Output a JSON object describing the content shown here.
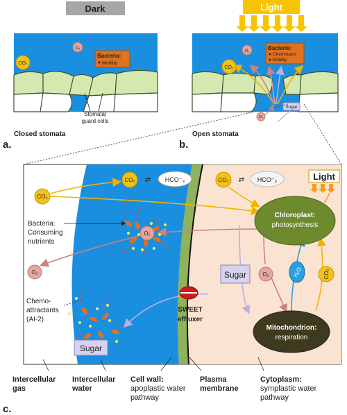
{
  "panel_a": {
    "header": "Dark",
    "co2": "CO₂",
    "o2": "O₂",
    "bacteria_title": "Bacteria:",
    "bacteria_item": "Motility",
    "guard_label_1": "Stomatal",
    "guard_label_2": "guard cells",
    "caption": "Closed stomata",
    "letter": "a."
  },
  "panel_b": {
    "header": "Light",
    "co2": "CO₂",
    "o2": "O₂",
    "bacteria_title": "Bacteria:",
    "bacteria_item_1": "Chemotaxis",
    "bacteria_item_2": "Motility",
    "sugar": "Sugar",
    "o2_low": "O₂",
    "caption": "Open stomata",
    "letter": "b."
  },
  "panel_c": {
    "letter": "c.",
    "co2_left": "CO₂",
    "co2_mid": "CO₂",
    "hco3_mid": "HCO⁻₃",
    "co2_right": "CO₂",
    "hco3_right": "HCO⁻₃",
    "light": "Light",
    "chloroplast_1": "Chloroplast:",
    "chloroplast_2": "photosynthesis",
    "bacteria_1": "Bacteria:",
    "bacteria_2": "Consuming",
    "bacteria_3": "nutrients",
    "o2_center": "O₂",
    "o2_left": "O₂",
    "o2_cyto": "O₂",
    "sugar_cyto": "Sugar",
    "h2o": "H₂O",
    "co2_cyto": "CO₂",
    "chemo_1": "Chemo-",
    "chemo_2": "attractants",
    "chemo_3": "(AI-2)",
    "sweet_1": "SWEET",
    "sweet_2": "effluxer",
    "mito_1": "Mitochondrion:",
    "mito_2": "respiration",
    "sugar_water": "Sugar"
  },
  "bottom_labels": {
    "gas_1": "Intercellular",
    "gas_2": "gas",
    "water_1": "Intercellular",
    "water_2": "water",
    "wall_1": "Cell wall:",
    "wall_2": "apoplastic water",
    "wall_3": "pathway",
    "membrane_1": "Plasma",
    "membrane_2": "membrane",
    "cyto_1": "Cytoplasm:",
    "cyto_2": "symplastic water",
    "cyto_3": "pathway"
  },
  "colors": {
    "water_blue": "#1a8fe0",
    "cell_green": "#d5e8b0",
    "cell_wall": "#8fb35a",
    "cytoplasm": "#fbe3d2",
    "chloroplast": "#6e8a2e",
    "mitochondrion": "#3e3a1e",
    "bacteria_box": "#e0711e",
    "co2_yellow": "#f2c21a",
    "o2_pink": "#e3a7a0",
    "sugar_lavender": "#d7d2ef",
    "light_yellow": "#f8c400",
    "dark_gray": "#a6a6a6"
  }
}
